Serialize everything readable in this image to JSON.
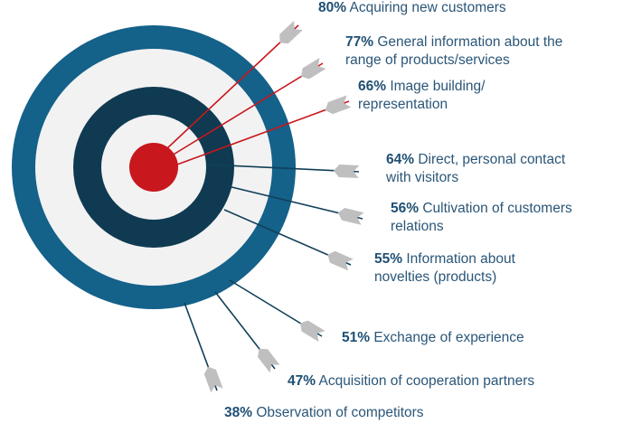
{
  "chart_data": {
    "type": "target",
    "unit": "%",
    "colors": {
      "outer_ring": "#14618a",
      "light_ring": "#f2f2f2",
      "dark_ring": "#0f3a52",
      "bullseye": "#c8171d",
      "outer_arrow_lines": "#c8171d",
      "inner_arrow_lines": "#123f59",
      "fletching": "#bfbfbf",
      "label_value": "#1f4f73",
      "label_text": "#2a5678"
    },
    "items": [
      {
        "value": 80,
        "label": "Acquiring new customers"
      },
      {
        "value": 77,
        "label": "General information about the range of products/services"
      },
      {
        "value": 66,
        "label": "Image building/ representation"
      },
      {
        "value": 64,
        "label": "Direct, personal contact with visitors"
      },
      {
        "value": 56,
        "label": "Cultivation of customers relations"
      },
      {
        "value": 55,
        "label": "Information about novelties (products)"
      },
      {
        "value": 51,
        "label": "Exchange of experience"
      },
      {
        "value": 47,
        "label": "Acquisition of cooperation partners"
      },
      {
        "value": 38,
        "label": "Observation of competitors"
      }
    ]
  }
}
